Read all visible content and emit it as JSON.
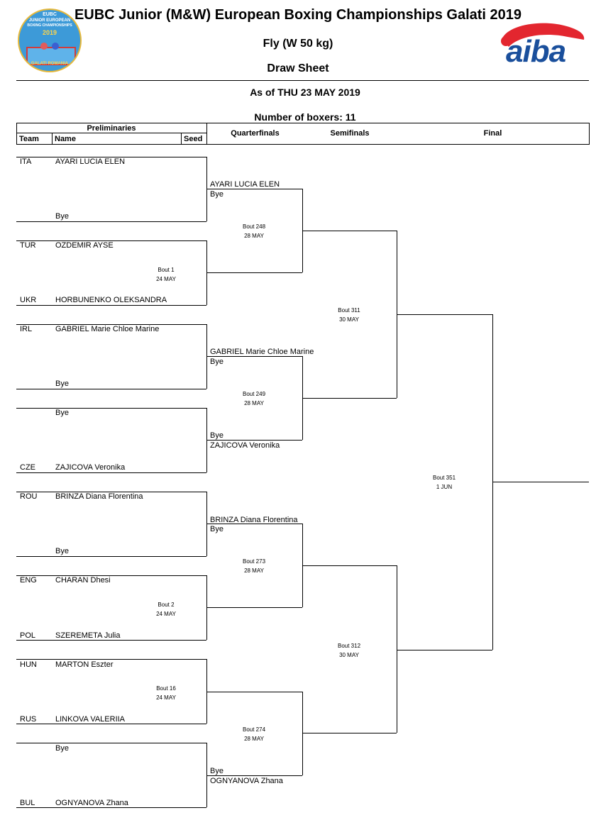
{
  "header": {
    "title": "EUBC Junior (M&W) European Boxing Championships Galati 2019",
    "weight_class": "Fly (W 50 kg)",
    "sheet_type": "Draw Sheet",
    "as_of": "As of THU 23 MAY 2019",
    "boxer_count": "Number of boxers: 11",
    "event_logo": {
      "line1": "EUBC",
      "line2": "JUNIOR EUROPEAN",
      "line3": "BOXING CHAMPIONSHIPS",
      "year": "2019",
      "city": "GALATI",
      "country": "ROMANIA"
    },
    "federation_logo": {
      "text": "aiba",
      "color": "#1a4f9c",
      "accent": "#e3262f"
    }
  },
  "columns": {
    "preliminaries": "Preliminaries",
    "team": "Team",
    "name": "Name",
    "seed": "Seed",
    "quarterfinals": "Quarterfinals",
    "semifinals": "Semifinals",
    "final": "Final"
  },
  "entries": [
    {
      "team": "ITA",
      "name": "AYARI LUCIA ELEN"
    },
    {
      "team": "",
      "name": "Bye"
    },
    {
      "team": "TUR",
      "name": "OZDEMIR AYSE"
    },
    {
      "team": "UKR",
      "name": "HORBUNENKO OLEKSANDRA"
    },
    {
      "team": "IRL",
      "name": "GABRIEL Marie Chloe Marine"
    },
    {
      "team": "",
      "name": "Bye"
    },
    {
      "team": "",
      "name": "Bye"
    },
    {
      "team": "CZE",
      "name": "ZAJICOVA Veronika"
    },
    {
      "team": "ROU",
      "name": "BRINZA Diana Florentina"
    },
    {
      "team": "",
      "name": "Bye"
    },
    {
      "team": "ENG",
      "name": "CHARAN Dhesi"
    },
    {
      "team": "POL",
      "name": "SZEREMETA Julia"
    },
    {
      "team": "HUN",
      "name": "MARTON Eszter"
    },
    {
      "team": "RUS",
      "name": "LINKOVA VALERIIA"
    },
    {
      "team": "",
      "name": "Bye"
    },
    {
      "team": "BUL",
      "name": "OGNYANOVA Zhana"
    }
  ],
  "prelim_bouts": [
    {
      "bout": "Bout 1",
      "date": "24 MAY"
    },
    {
      "bout": "Bout 2",
      "date": "24 MAY"
    },
    {
      "bout": "Bout 16",
      "date": "24 MAY"
    }
  ],
  "quarterfinals": [
    {
      "top": "AYARI LUCIA ELEN",
      "bottom": "Bye",
      "bout": "Bout 248",
      "date": "28 MAY"
    },
    {
      "top": "GABRIEL Marie Chloe Marine",
      "bottom_a": "Bye",
      "bottom_b": "Bye",
      "bottom_c": "ZAJICOVA Veronika",
      "bout": "Bout 249",
      "date": "28 MAY"
    },
    {
      "top": "BRINZA Diana Florentina",
      "bottom": "Bye",
      "bout": "Bout 273",
      "date": "28 MAY"
    },
    {
      "bottom_a": "Bye",
      "bottom_b": "OGNYANOVA Zhana",
      "bout": "Bout 274",
      "date": "28 MAY"
    }
  ],
  "semifinals": [
    {
      "bout": "Bout 311",
      "date": "30 MAY"
    },
    {
      "bout": "Bout 312",
      "date": "30 MAY"
    }
  ],
  "final": {
    "bout": "Bout 351",
    "date": "1 JUN"
  }
}
